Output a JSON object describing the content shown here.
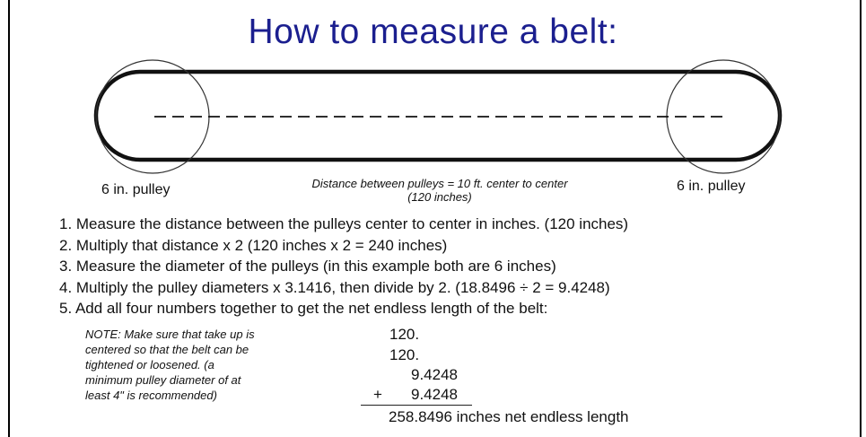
{
  "title": "How to measure a belt:",
  "diagram": {
    "left_pulley_label": "6 in. pulley",
    "right_pulley_label": "6 in. pulley",
    "distance_label_line1": "Distance between pulleys = 10 ft. center to center",
    "distance_label_line2": "(120 inches)"
  },
  "steps": [
    "1. Measure the distance between the pulleys center to center in inches. (120 inches)",
    "2. Multiply that distance x 2 (120 inches x 2 = 240 inches)",
    "3. Measure the diameter of the pulleys (in this example both are 6 inches)",
    "4. Multiply the pulley diameters x 3.1416, then divide by 2. (18.8496 ÷ 2 = 9.4248)",
    "5. Add all four numbers together to get the net endless length of the belt:"
  ],
  "note": "NOTE: Make sure that take up is\ncentered so that the belt can be\ntightened or loosened. (a\nminimum pulley diameter of at\nleast 4\" is recommended)",
  "sum": {
    "addend1": "120.",
    "addend2": "120.",
    "addend3": "9.4248",
    "plus_sign": "+",
    "addend4": "9.4248",
    "total": "258.8496",
    "total_unit": "inches net endless length"
  },
  "colors": {
    "title": "#1b1f8f",
    "line": "#111111"
  }
}
